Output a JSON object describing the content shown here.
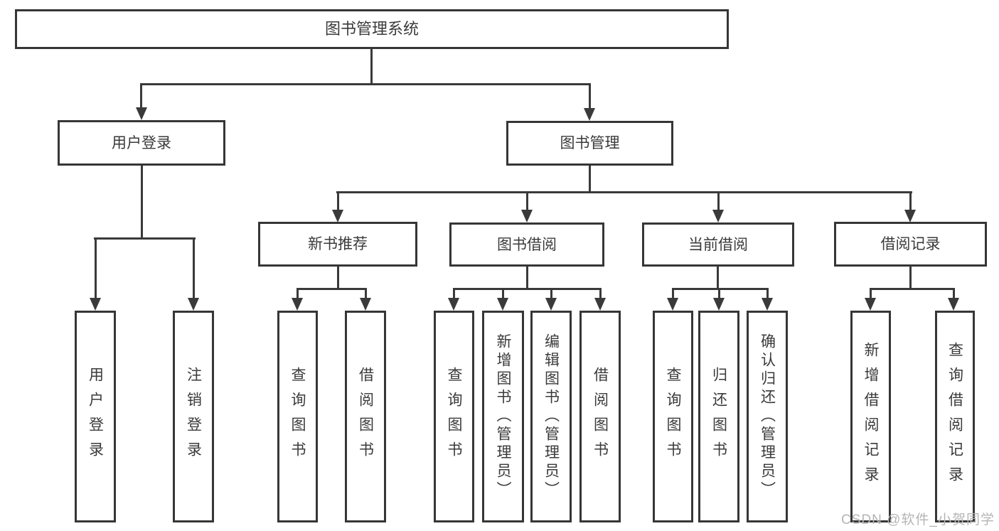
{
  "diagram": {
    "type": "tree-hierarchy",
    "title": "图书管理系统",
    "watermark": "CSDN @软件_小贺同学",
    "colors": {
      "background": "#ffffff",
      "line": "#3a3a3a",
      "border": "#363636",
      "text": "#3a3a3a",
      "watermark": "#b5b5b5"
    },
    "nodes": {
      "root": "图书管理系统",
      "user_login": "用户登录",
      "book_mgmt": "图书管理",
      "new_book_rec": "新书推荐",
      "book_borrow": "图书借阅",
      "current_borrow": "当前借阅",
      "borrow_records": "借阅记录",
      "ul_user_login": "用户登录",
      "ul_logout": "注销登录",
      "nb_query_books": "查询图书",
      "nb_borrow_books": "借阅图书",
      "bb_query_books": "查询图书",
      "bb_add_books": "新增图书（管理员）",
      "bb_edit_books": "编辑图书（管理员）",
      "bb_borrow_books": "借阅图书",
      "cb_query_books": "查询图书",
      "cb_return_books": "归还图书",
      "cb_confirm_return": "确认归还（管理员）",
      "br_add_record": "新增借阅记录",
      "br_query_record": "查询借阅记录"
    },
    "hierarchy": {
      "图书管理系统": {
        "用户登录": [
          "用户登录",
          "注销登录"
        ],
        "图书管理": {
          "新书推荐": [
            "查询图书",
            "借阅图书"
          ],
          "图书借阅": [
            "查询图书",
            "新增图书（管理员）",
            "编辑图书（管理员）",
            "借阅图书"
          ],
          "当前借阅": [
            "查询图书",
            "归还图书",
            "确认归还（管理员）"
          ],
          "借阅记录": [
            "新增借阅记录",
            "查询借阅记录"
          ]
        }
      }
    }
  }
}
